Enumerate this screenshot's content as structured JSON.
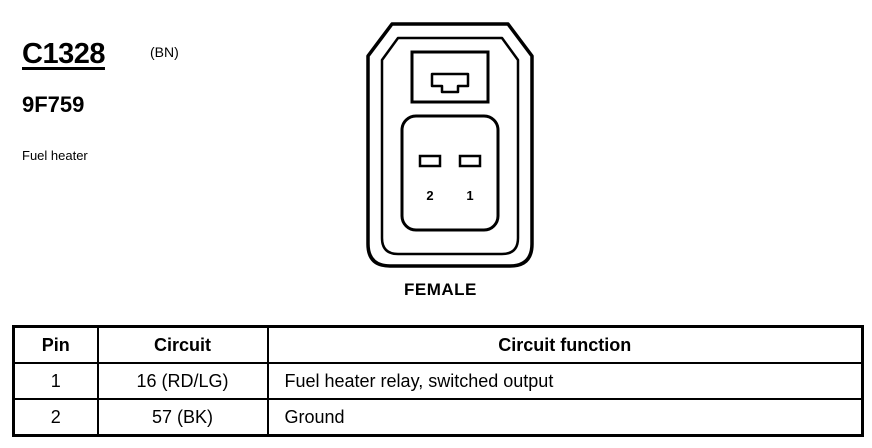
{
  "header": {
    "connector_id": "C1328",
    "color_code": "(BN)",
    "part_number": "9F759",
    "component": "Fuel heater"
  },
  "connector": {
    "gender": "FEMALE",
    "pin_labels": [
      "2",
      "1"
    ]
  },
  "table": {
    "headers": [
      "Pin",
      "Circuit",
      "Circuit function"
    ],
    "rows": [
      {
        "pin": "1",
        "circuit": "16 (RD/LG)",
        "function": "Fuel heater relay, switched output"
      },
      {
        "pin": "2",
        "circuit": "57 (BK)",
        "function": "Ground"
      }
    ]
  }
}
